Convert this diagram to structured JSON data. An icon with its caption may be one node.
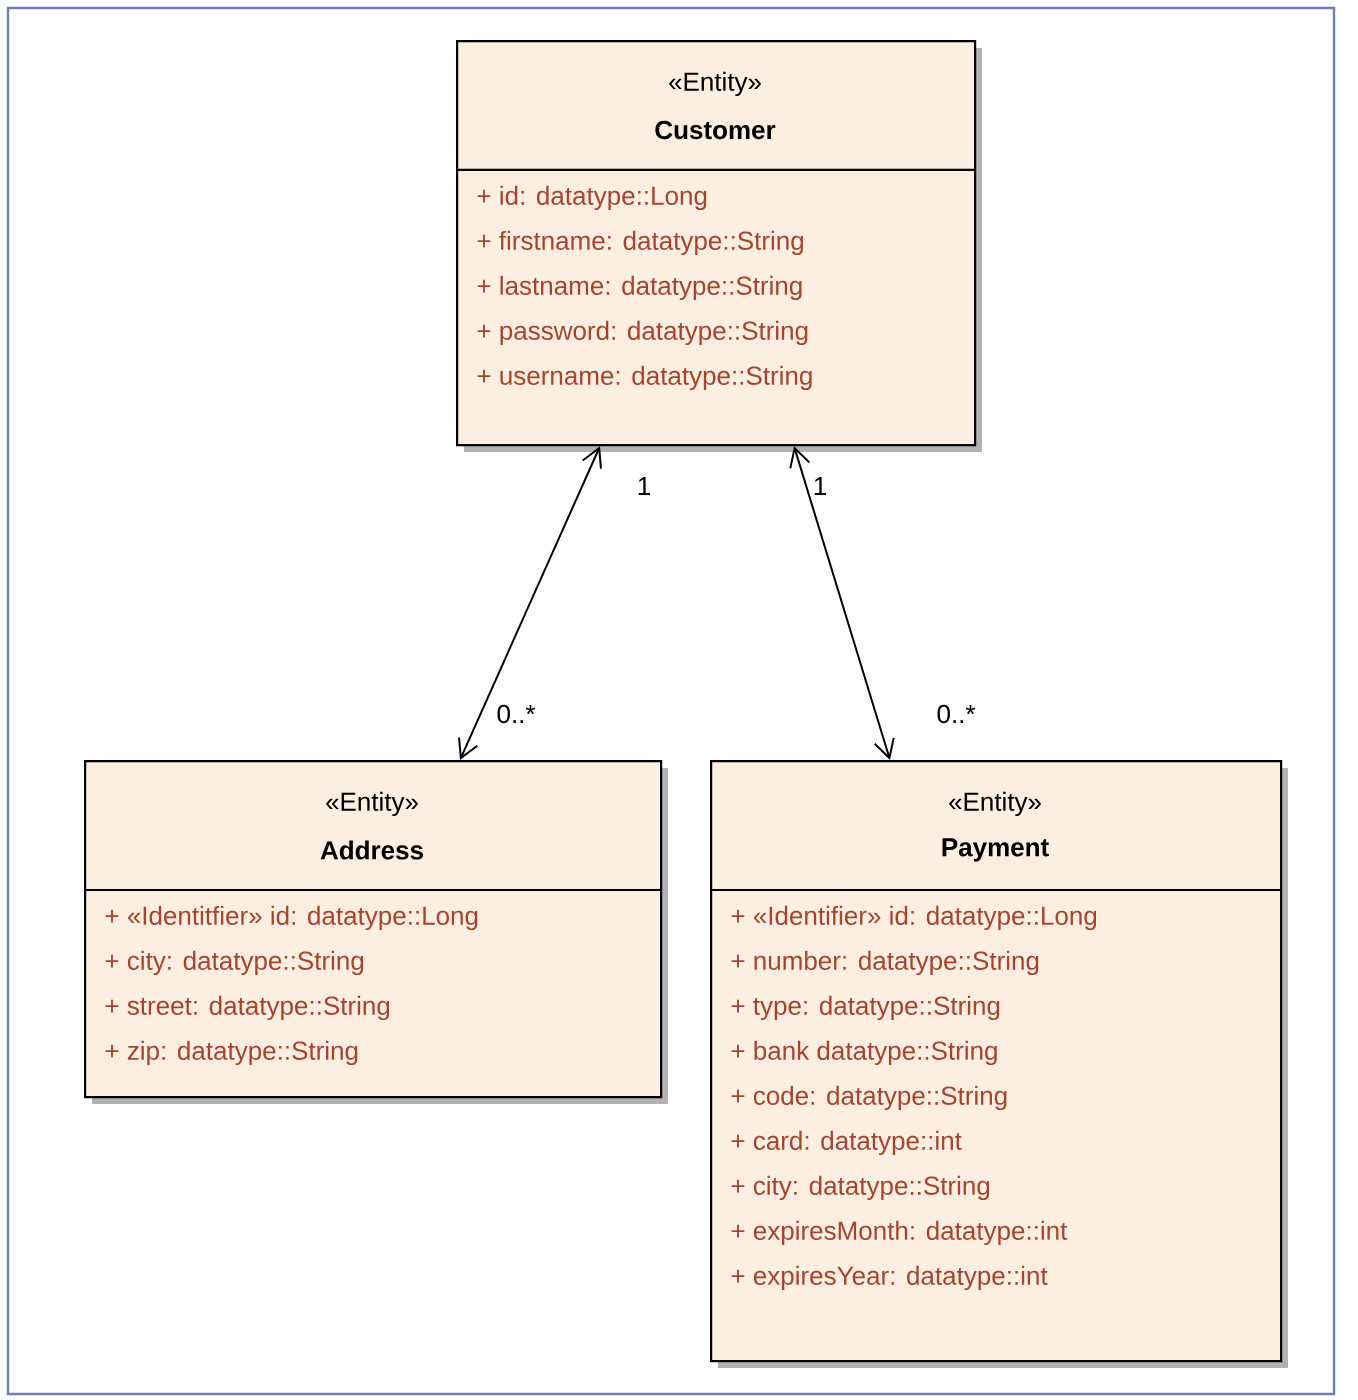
{
  "diagram": {
    "nodes": [
      {
        "text": [
          "«Entity»",
          "Customer",
          "+ id: datatype::Long",
          "+ firstname: datatype::String",
          "+ lastname: datatype::String",
          "+ password: datatype::String",
          "+ username: datatype::String"
        ]
      },
      {
        "text": [
          "«Entity»",
          "Address",
          "+ «Identitfier» id: datatype::Long",
          "+ city: datatype::String",
          "+ street: datatype::String",
          "+ zip: datatype::String"
        ]
      },
      {
        "text": [
          "«Entity»",
          "Payment",
          "+ «Identifier» id: datatype::Long",
          "+ number: datatype::String",
          "+ type: datatype::String",
          "+ bank datatype::String",
          "+ code: datatype::String",
          "+ card: datatype::int",
          "+ city: datatype::String",
          "+ expiresMonth: datatype::int",
          "+ expiresYear: datatype::int"
        ]
      }
    ],
    "edges": [
      {
        "from": 0,
        "to": 1,
        "arrow": "both"
      },
      {
        "from": 0,
        "to": 2,
        "arrow": "both"
      }
    ],
    "labels": [
      "1",
      "1",
      "0..*",
      "0..*"
    ]
  }
}
